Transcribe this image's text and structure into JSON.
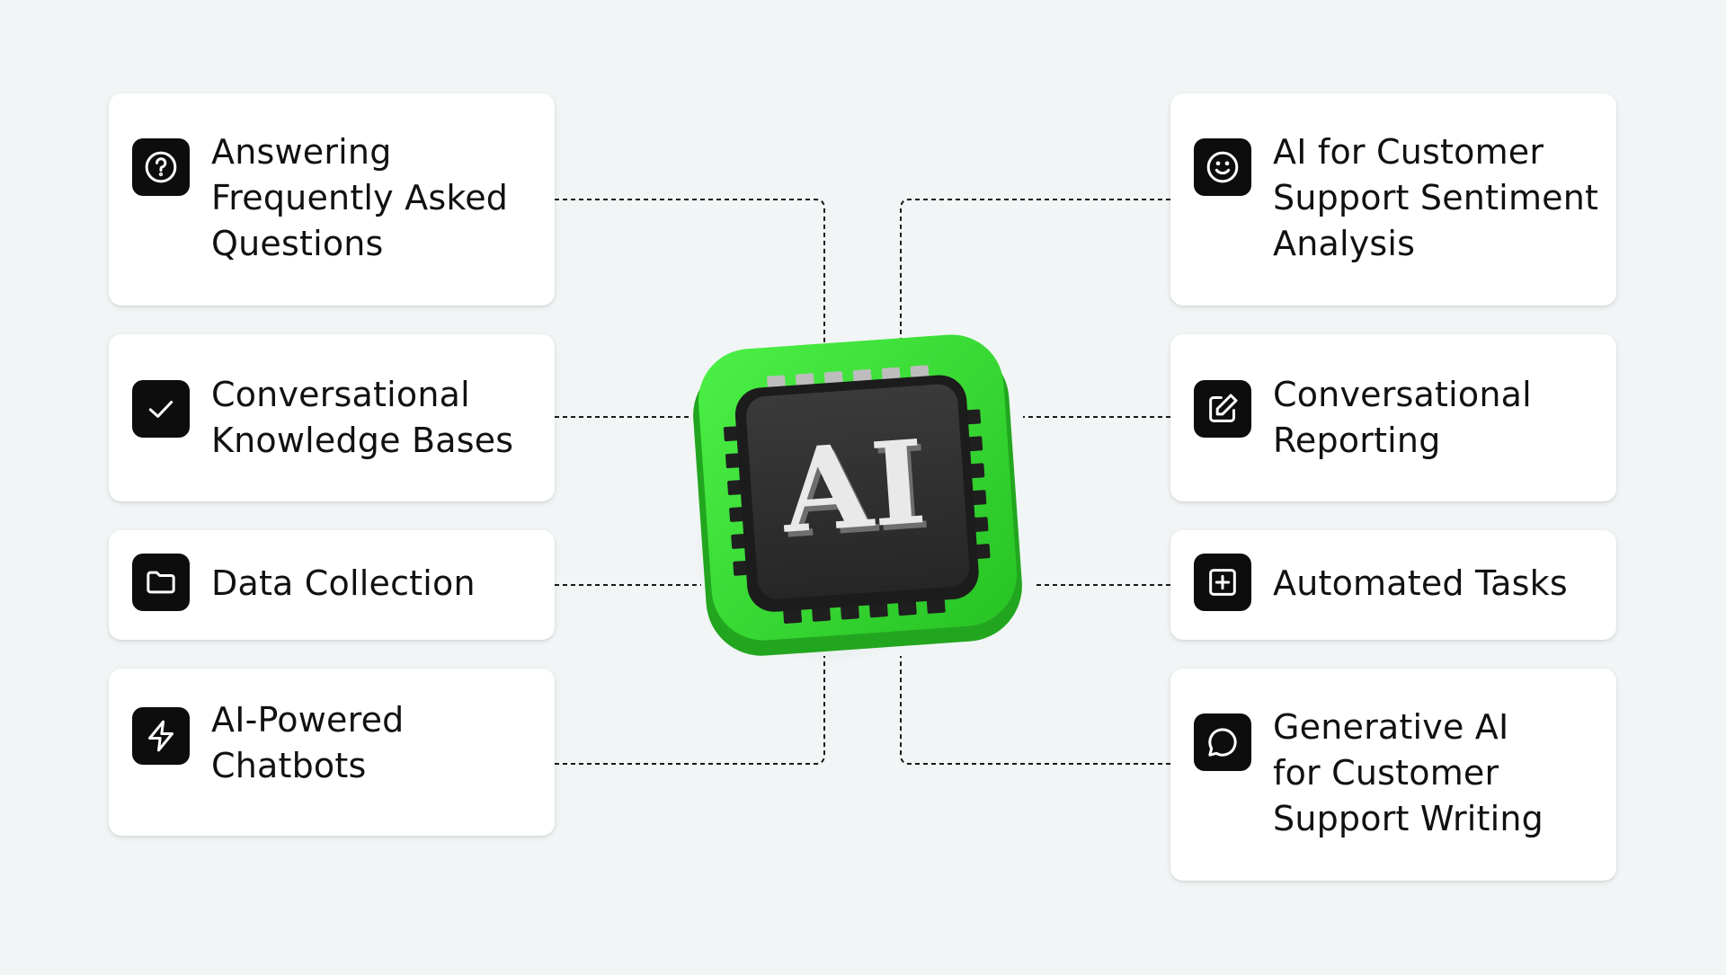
{
  "chip": {
    "label": "AI",
    "accent": "#3ee23a",
    "body": "#2e2e2e"
  },
  "left_items": [
    {
      "label": "Answering\nFrequently Asked\nQuestions",
      "icon": "question-circle-icon"
    },
    {
      "label": "Conversational\nKnowledge Bases",
      "icon": "check-icon"
    },
    {
      "label": "Data Collection",
      "icon": "folder-icon"
    },
    {
      "label": "AI-Powered\nChatbots",
      "icon": "lightning-icon"
    }
  ],
  "right_items": [
    {
      "label": "AI for Customer\nSupport Sentiment\nAnalysis",
      "icon": "smiley-icon"
    },
    {
      "label": "Conversational\nReporting",
      "icon": "edit-icon"
    },
    {
      "label": "Automated Tasks",
      "icon": "plus-square-icon"
    },
    {
      "label": "Generative AI\nfor Customer\nSupport Writing",
      "icon": "chat-bubble-icon"
    }
  ]
}
